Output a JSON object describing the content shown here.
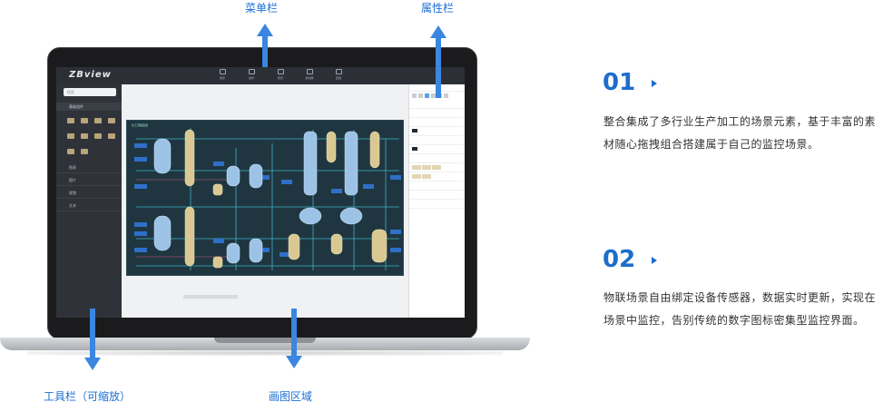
{
  "callouts": {
    "menu_bar": "菜单栏",
    "property_bar": "属性栏",
    "toolbar": "工具栏（可缩放）",
    "canvas_area": "画图区域"
  },
  "app": {
    "logo": "ZBview",
    "menu": [
      "保存",
      "发布",
      "预览",
      "移动端",
      "回退"
    ],
    "search_placeholder": "搜索",
    "section": "基础组件",
    "toolbar_groups": [
      "图表",
      "图片",
      "视频",
      "文本"
    ],
    "canvas_title": "化工流程监控"
  },
  "features": [
    {
      "number": "01",
      "text": "整合集成了多行业生产加工的场景元素，基于丰富的素材随心拖拽组合搭建属于自己的监控场景。"
    },
    {
      "number": "02",
      "text": "物联场景自由绑定设备传感器，数据实时更新，实现在场景中监控，告别传统的数字图标密集型监控界面。"
    }
  ],
  "colors": {
    "accent": "#1d6dcc",
    "arrow": "#3a86e0",
    "canvas_bg": "#1f3640",
    "tank_blue": "#9cc3e6",
    "tank_gold": "#d9c891"
  }
}
